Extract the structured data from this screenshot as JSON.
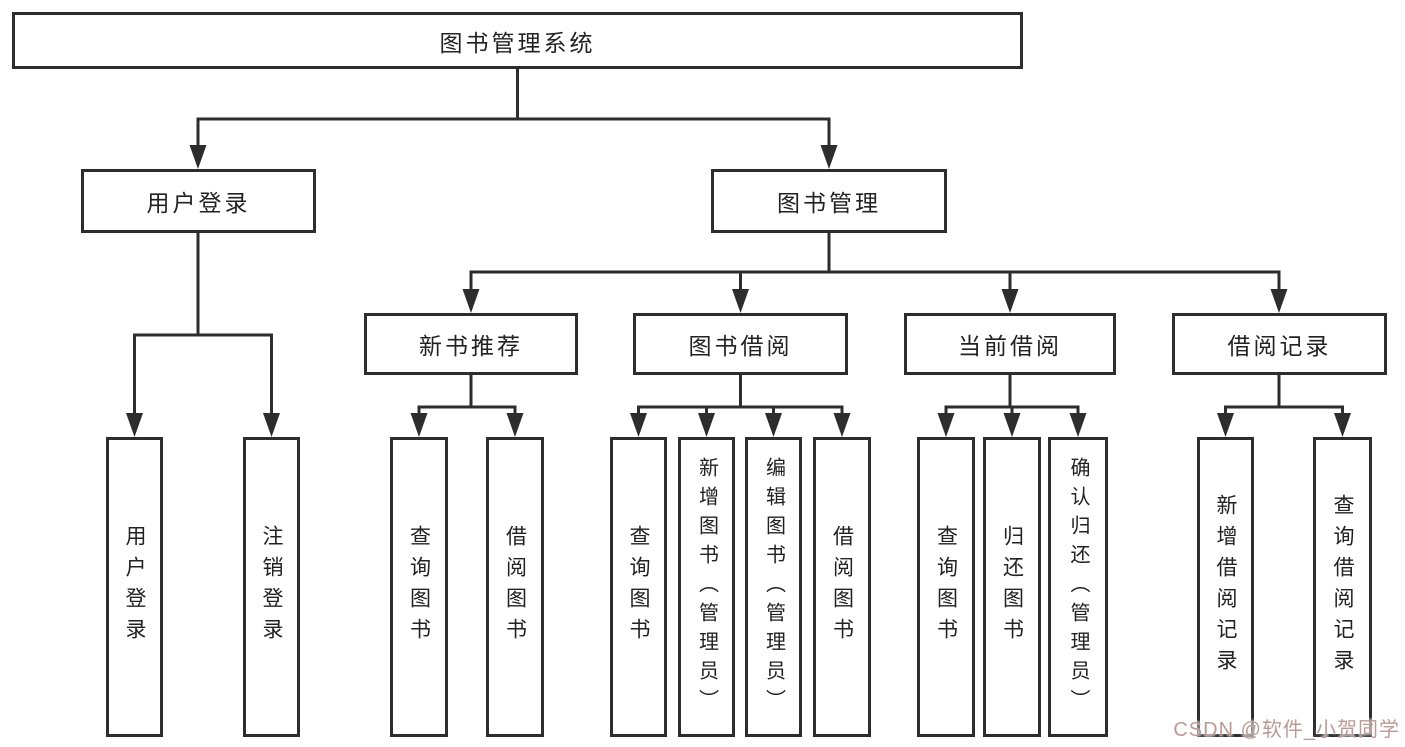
{
  "diagram": {
    "root": {
      "label": "图书管理系统"
    },
    "user_login": {
      "label": "用户登录",
      "children": [
        {
          "label": "用户登录"
        },
        {
          "label": "注销登录"
        }
      ]
    },
    "book_management": {
      "label": "图书管理",
      "sections": [
        {
          "label": "新书推荐",
          "children": [
            {
              "label": "查询图书"
            },
            {
              "label": "借阅图书"
            }
          ]
        },
        {
          "label": "图书借阅",
          "children": [
            {
              "label": "查询图书"
            },
            {
              "label": "新增图书（管理员）"
            },
            {
              "label": "编辑图书（管理员）"
            },
            {
              "label": "借阅图书"
            }
          ]
        },
        {
          "label": "当前借阅",
          "children": [
            {
              "label": "查询图书"
            },
            {
              "label": "归还图书"
            },
            {
              "label": "确认归还（管理员）"
            }
          ]
        },
        {
          "label": "借阅记录",
          "children": [
            {
              "label": "新增借阅记录"
            },
            {
              "label": "查询借阅记录"
            }
          ]
        }
      ]
    }
  },
  "colors": {
    "line": "#2d2d2d",
    "box_border": "#2d2d2d",
    "text": "#222222",
    "watermark": "#bb9a95"
  },
  "watermark": {
    "text": "CSDN @软件_小贺同学"
  }
}
